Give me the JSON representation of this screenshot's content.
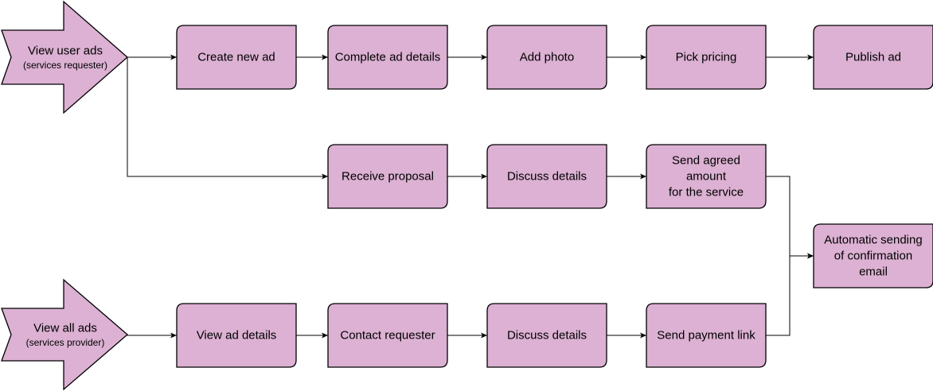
{
  "colors": {
    "fill": "#dcb1d3",
    "stroke": "#000000",
    "background": "#ffffff"
  },
  "start_nodes": [
    {
      "id": "view-user-ads",
      "lines": [
        "View user ads",
        "(services requester)"
      ]
    },
    {
      "id": "view-all-ads",
      "lines": [
        "View all ads",
        "(services provider)"
      ]
    }
  ],
  "nodes": [
    {
      "id": "create-new-ad",
      "lines": [
        "Create new ad"
      ]
    },
    {
      "id": "complete-ad-details",
      "lines": [
        "Complete ad details"
      ]
    },
    {
      "id": "add-photo",
      "lines": [
        "Add photo"
      ]
    },
    {
      "id": "pick-pricing",
      "lines": [
        "Pick pricing"
      ]
    },
    {
      "id": "publish-ad",
      "lines": [
        "Publish ad"
      ]
    },
    {
      "id": "receive-proposal",
      "lines": [
        "Receive proposal"
      ]
    },
    {
      "id": "discuss-details-1",
      "lines": [
        "Discuss details"
      ]
    },
    {
      "id": "send-agreed-amount",
      "lines": [
        "Send agreed",
        "amount",
        "for the service"
      ]
    },
    {
      "id": "automatic-confirmation-email",
      "lines": [
        "Automatic sending",
        "of confirmation",
        "email"
      ]
    },
    {
      "id": "view-ad-details",
      "lines": [
        "View ad details"
      ]
    },
    {
      "id": "contact-requester",
      "lines": [
        "Contact requester"
      ]
    },
    {
      "id": "discuss-details-2",
      "lines": [
        "Discuss details"
      ]
    },
    {
      "id": "send-payment-link",
      "lines": [
        "Send payment link"
      ]
    }
  ],
  "edges": [
    {
      "from": "view-user-ads",
      "to": "create-new-ad"
    },
    {
      "from": "create-new-ad",
      "to": "complete-ad-details"
    },
    {
      "from": "complete-ad-details",
      "to": "add-photo"
    },
    {
      "from": "add-photo",
      "to": "pick-pricing"
    },
    {
      "from": "pick-pricing",
      "to": "publish-ad"
    },
    {
      "from": "view-user-ads",
      "to": "receive-proposal"
    },
    {
      "from": "receive-proposal",
      "to": "discuss-details-1"
    },
    {
      "from": "discuss-details-1",
      "to": "send-agreed-amount"
    },
    {
      "from": "send-agreed-amount",
      "to": "automatic-confirmation-email"
    },
    {
      "from": "view-all-ads",
      "to": "view-ad-details"
    },
    {
      "from": "view-ad-details",
      "to": "contact-requester"
    },
    {
      "from": "contact-requester",
      "to": "discuss-details-2"
    },
    {
      "from": "discuss-details-2",
      "to": "send-payment-link"
    },
    {
      "from": "send-payment-link",
      "to": "automatic-confirmation-email"
    }
  ]
}
